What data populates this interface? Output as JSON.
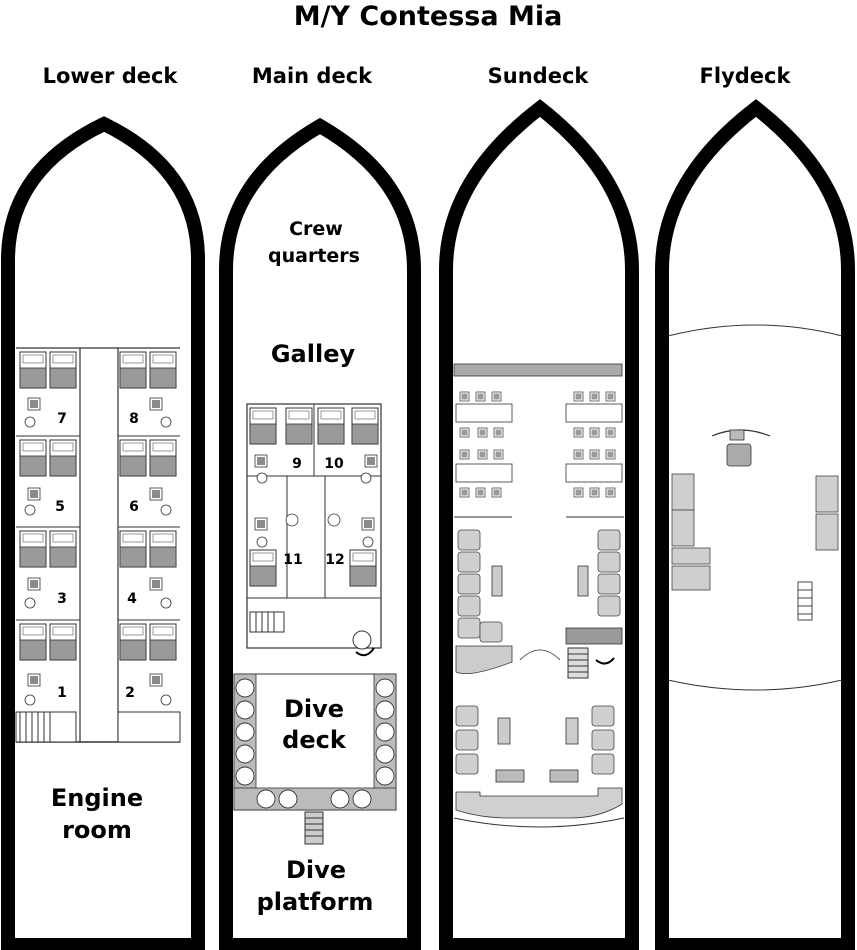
{
  "title": "M/Y Contessa Mia",
  "decks": {
    "lower": {
      "name": "Lower deck",
      "cabins": [
        "7",
        "8",
        "5",
        "6",
        "3",
        "4",
        "1",
        "2"
      ],
      "engine_room": [
        "Engine",
        "room"
      ]
    },
    "main": {
      "name": "Main deck",
      "crew_quarters": [
        "Crew",
        "quarters"
      ],
      "galley": "Galley",
      "cabins": [
        "9",
        "10",
        "11",
        "12"
      ],
      "dive_deck": [
        "Dive",
        "deck"
      ],
      "dive_platform": [
        "Dive",
        "platform"
      ]
    },
    "sun": {
      "name": "Sundeck"
    },
    "fly": {
      "name": "Flydeck"
    }
  },
  "colors": {
    "hull": "#000000",
    "fill": "#ffffff",
    "furniture": "#bdbdbd",
    "furniture_dark": "#8a8a8a"
  }
}
